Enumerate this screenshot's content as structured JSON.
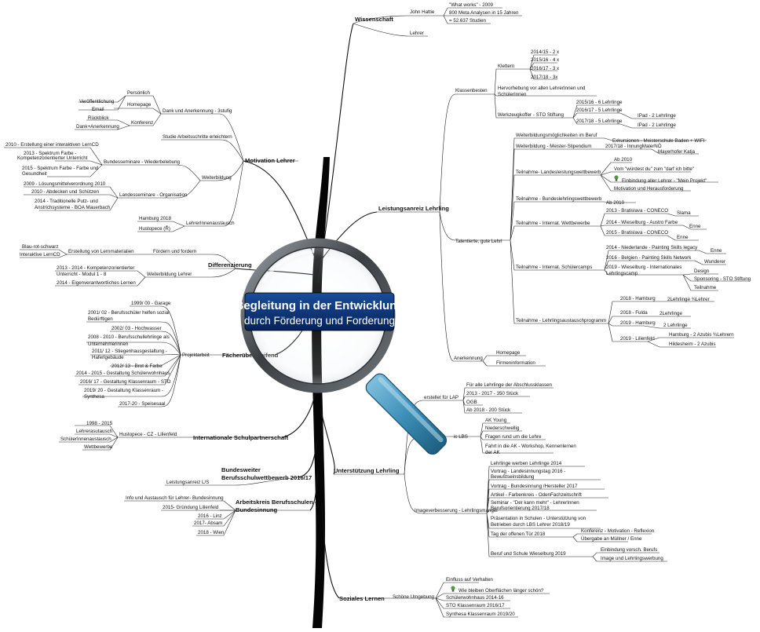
{
  "center": {
    "line1": "Begleitung in der Entwicklung",
    "line2": "durch Förderung und Forderung"
  },
  "colors": {
    "banner_top": "#1a4d99",
    "banner_bottom": "#06225a",
    "handle": "#3d8fb8",
    "ring": "#555b60"
  },
  "icons": [
    "magnifying-glass-icon",
    "lightbulb-icon"
  ],
  "main_branches": [
    "Wissenschaft",
    "Motivation Lehrer",
    "Differenzierung",
    "Fächerübergreifend",
    "Internationale Schulpartnerschaft",
    "Bundesweiter Berufsschulwettbewerb 2016/17",
    "Arbeitskreis Berufsschulen - Bundesinnung",
    "Leistungsanreiz Lehrling",
    "Unterstützung Lehrling",
    "Soziales Lernen"
  ],
  "labels": {
    "a1": "Wissenschaft",
    "a2": "John Hattie",
    "a3": "\"What works\" - 2009",
    "a4": "800 Meta Analysen in 15 Jahren",
    "a5": "= 52.637 Studien",
    "a6": "Lehrer",
    "b1": "Motivation Lehrer",
    "b2": "Persönlich",
    "b3": "Veröffentlichung",
    "b4": "Homepage",
    "b5": "Email",
    "b6": "Dank und Anerkennung - 3stufig",
    "b7": "Rückblick",
    "b8": "Konferenz",
    "b9": "Dank+Anerkennung",
    "b10": "Studie Arbeitsschritte erleichtern",
    "b11": "2010 - Erstellung einer interaktiven LernCD",
    "b12": "2013 - Spektrum Farbe -",
    "b13": "Kompetenzorientierter Unterricht",
    "b14": "2015 - Spektrum Farbe - Farbe und",
    "b15": "Gesundheit",
    "b16": "Bundesseminare - Wiederbelebung",
    "b17": "Weiterbildung",
    "b18": "2009 - Lösungsmittelverordnung 2010",
    "b19": "2010 - Abdecken und Schützen",
    "b20": "2014 - Traditionelle Putz- und",
    "b21": "Anstrichsysteme - BOA Mauerbach",
    "b22": "Landesseminare - Organisation",
    "b23": "Hamburg 2018",
    "b24": "Hustopece (Ř)",
    "b25": "LehrerInnenaustausch",
    "c1": "Differenzierung",
    "c2": "Blau-rot-schwarz",
    "c3": "Interaktive LernCD",
    "c4": "Erstellung von Lernmaterialien",
    "c5": "Fördern und fordern",
    "c6": "2013 - 2014 - Kompetenzorientierter",
    "c7": "Unterricht - Modul 1 - 8",
    "c8": "2014 - Eigenverantwortliches Lernen",
    "c9": "Weiterbildung Lehrer",
    "d1": "Fächerübergreifend",
    "d2": "1999/ 00 - Garage",
    "d3": "2001/ 02 - Berufsschüler helfen sozial",
    "d4": "Bedürftigen",
    "d5": "2002/ 03 - Hochwasser",
    "d6": "2008 - 2010 - Berufsschullehrlinge als",
    "d7": "Unternehmerinnen",
    "d8": "2011/ 12 - Stiegenhausgestaltung -",
    "d9": "Haferlgebäude",
    "d10": "2012/ 13 - Brot & Farbe",
    "d11": "2014 - 2015 - Gestaltung Schülerwohnhaus",
    "d12": "2016/ 17 - Gestaltung Klassenraum - STO",
    "d13": "2019/ 20 - Gestaltung Klassenraum -",
    "d14": "Synthesa",
    "d15": "2017-20 - Speisesaal",
    "d16": "Projektarbeit",
    "e1": "Internationale Schulpartnerschaft",
    "e2": "1998 - 2015",
    "e3": "Lehrerasutausch",
    "e4": "SchülerInnenaustausch",
    "e5": "Wettbewerbe",
    "e6": "Hustopece - CZ - Lilienfeld",
    "f1": "Bundesweiter",
    "f2": "Berufsschulwettbewerb 2016/17",
    "f3": "Leistungsanreiz L/S",
    "g1": "Arbeitskreis Berufsschulen -",
    "g2": "Bundesinnung",
    "g3": "Info und Austausch für Lehrer- Bundesinnung",
    "g4": "2015- Gründung Lilienfeld",
    "g5": "2016 - Linz",
    "g6": "2017- Absam",
    "g7": "2018 - Wien",
    "h1": "Leistungsanreiz Lehrling",
    "h2": "Klassenbesten",
    "h3": "Klettern",
    "h4": "2014/15 - 2 x",
    "h5": "2015/16 - 4 x",
    "h6": "2016/17 - 3 x",
    "h7": "2017/18 - 3x",
    "h8": "Hervorhebung vor allen LehrerInnen und",
    "h9": "SchülerInnen",
    "h10": "Werkzeugkoffer - STO Stiftung",
    "h11": "2015/16 - 6 Lehrlinge",
    "h12": "2016/17 - 5 Lehrlinge",
    "h13": "IPad - 2 Lehrlinge",
    "h14": "2017/18 - 5 Lehrlinge",
    "h15": "IPad - 2 Lehrlinge",
    "h16": "Weiterbildungsmöglichkeiten im Beruf",
    "h17": "Exkursionen - Meisterschule Baden + WIFI",
    "h18": "Weiterbildung - Meister-Stipendium",
    "h19": "2017/18 - InnungMalerNÖ",
    "h20": "Mayerhofer Katja",
    "h21": "Ab 2010",
    "h22": "Vom \"würdest du\" zum \"darf ich bitte\"",
    "h23": "Einbindung aller Lehrer - \"Mein Projekt\"",
    "h24": "Motivation und Herausforderung",
    "h25": "Teilnahme- Landesleistungswettbewerb",
    "h26": "Teilnahme - Bundeslehrlingswettbewerb",
    "h27": "Ab 2010",
    "h28": "2013 - Bratislava - CONECO",
    "h29": "Slama",
    "h30": "2014 - Wieselburg - Austro Farbe",
    "h31": "Enne",
    "h32": "2015 - Bratislava - CONECO",
    "h33": "Enne",
    "h34": "Teilnahme - Internat. Wettbewerbe",
    "h35": "Talentierte, gute Lehrl",
    "h36": "2014 - Niederlande - Painting Skills legacy",
    "h37": "Enne",
    "h38": "2016 - Belgien - Painting Skills Network",
    "h39": "Wunderer",
    "h40": "2019 - Wieselburg - Internationales",
    "h41": "Lehrlingscamp",
    "h42": "Design",
    "h43": "Sponsoring - STO Stiftung",
    "h44": "Teilnahme",
    "h45": "Teilnahme - Internat. Schülercamps",
    "h46": "2018 - Hamburg",
    "h47": "2Lehrlinge ¾Lehrer",
    "h48": "2018 - Fulda",
    "h49": "2Lehrlinge",
    "h50": "2019 - Hamburg",
    "h51": "2 Lehrlinge",
    "h52": "2019 - Lilienfeld",
    "h53": "Hamburg - 2 Azubis ¾Lehrern",
    "h54": "Hildesheim - 2 Azubis",
    "h55": "Teilnahme - Lehrlingsaustauschprogramm",
    "h56": "Anerkennung",
    "h57": "Homepage",
    "h58": "Firmeninformation",
    "i1": "Unterstützung Lehrling",
    "i2": "erstellet für LAP",
    "i3": "Für alle Lehrlinge der Abschlussklassen",
    "i4": "2013 - 2017 - 350 Stück",
    "i5": "OGB",
    "i6": "Ab 2018 - 200 Stück",
    "i7": "ic LBS",
    "i8": "AK Young",
    "i9": "Niederschwellig",
    "i10": "Fragen rund um die Lehre",
    "i11": "Fahrt in die AK - Workshop, Kennenlernen",
    "i12": "der AK",
    "i13": "Imageverbesserung - Lehrlingsmangel",
    "i14": "Lehrlinge werben Lehrlinge 2014",
    "i15": "Vortrag - Landesinnungstag 2016 -",
    "i16": "Bewußtseinsbildung",
    "i17": "Vortrag - Bundesinnung /Hersteller 2017",
    "i18": "Artikel - Farbenkreis - OdenFachzeitschrift",
    "i19": "Seminar - \"Der kann mehr\" - LehrerInnen",
    "i20": "Berufsorientierung 2017/18",
    "i21": "Präsentation in Schulen - Unterstützung von",
    "i22": "Betrieben durch LBS Lehrer 2018/19",
    "i23": "Tag der offenen Tür 2018",
    "i24": "Konferenz - Motivation - Reflexion",
    "i25": "Übergabe an Müllner / Enne",
    "i26": "Beruf und Schule Wieselburg 2019",
    "i27": "Einbindung vorsch. Berufs",
    "i28": "Image und Lehrlingswerbung",
    "j1": "Soziales Lernen",
    "j2": "Schöne Umgebung",
    "j3": "Einfluss auf Verhalten",
    "j4": "Wie bleiben Oberflächen länger schön?",
    "j5": "Schülerwohnhaus 2014-16",
    "j6": "STO Klassenraum 2016/17",
    "j7": "Synthesa Klassenraum 2019/20"
  }
}
